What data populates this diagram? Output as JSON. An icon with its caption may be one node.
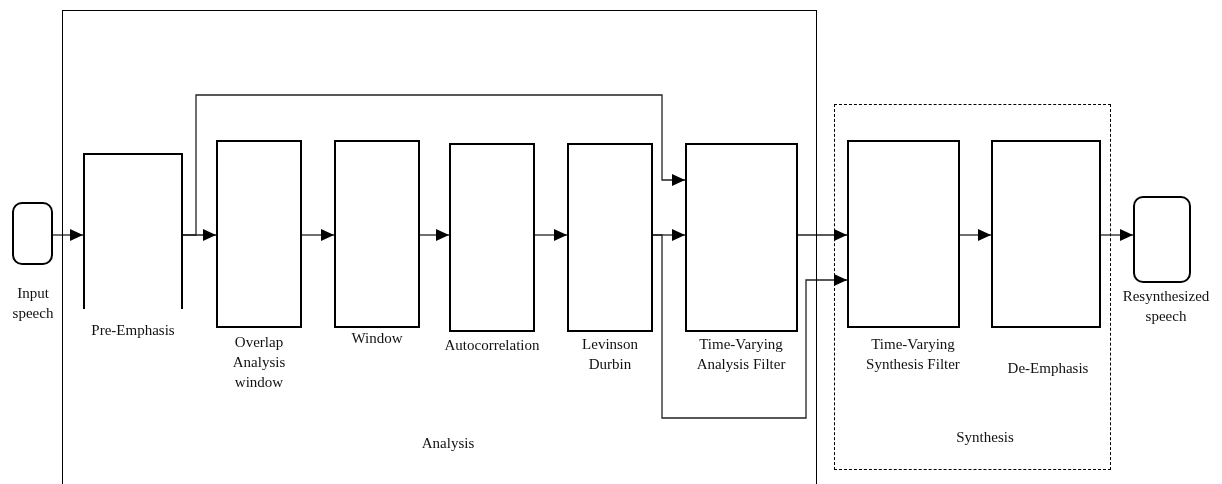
{
  "diagram": {
    "nodes": [
      {
        "text": [
          "Analysis"
        ]
      },
      {
        "text": [
          "Input speech"
        ]
      },
      {
        "text": [
          "Pre-Emphasis"
        ],
        "in": 0
      },
      {
        "text": [
          "Overlap Analysis window"
        ],
        "in": 0
      },
      {
        "text": [
          "Window"
        ],
        "in": 0
      },
      {
        "text": [
          "Autocorrelation"
        ],
        "in": 0
      },
      {
        "text": [
          "Levinson Durbin"
        ],
        "in": 0
      },
      {
        "text": [
          "Time-Varying Analysis Filter"
        ],
        "in": 0
      },
      {
        "text": [
          "Synthesis"
        ]
      },
      {
        "text": [
          "Time-Varying Synthesis Filter"
        ],
        "in": 8
      },
      {
        "text": [
          "De-Emphasis"
        ],
        "in": 8
      },
      {
        "text": [
          "Resynthesized speech"
        ]
      }
    ],
    "edges": [
      {
        "from": 1,
        "to": 2,
        "arrow": "to"
      },
      {
        "from": 2,
        "to": 3,
        "arrow": "to"
      },
      {
        "from": 3,
        "to": 4,
        "arrow": "to"
      },
      {
        "from": 4,
        "to": 5,
        "arrow": "to"
      },
      {
        "from": 5,
        "to": 6,
        "arrow": "to"
      },
      {
        "from": 6,
        "to": 7,
        "arrow": "to"
      },
      {
        "from": 2,
        "to": 7,
        "arrow": "to"
      },
      {
        "from": 7,
        "to": 9,
        "arrow": "to"
      },
      {
        "from": 6,
        "to": 9,
        "arrow": "to"
      },
      {
        "from": 9,
        "to": 10,
        "arrow": "to"
      },
      {
        "from": 10,
        "to": 11,
        "arrow": "to"
      }
    ]
  }
}
